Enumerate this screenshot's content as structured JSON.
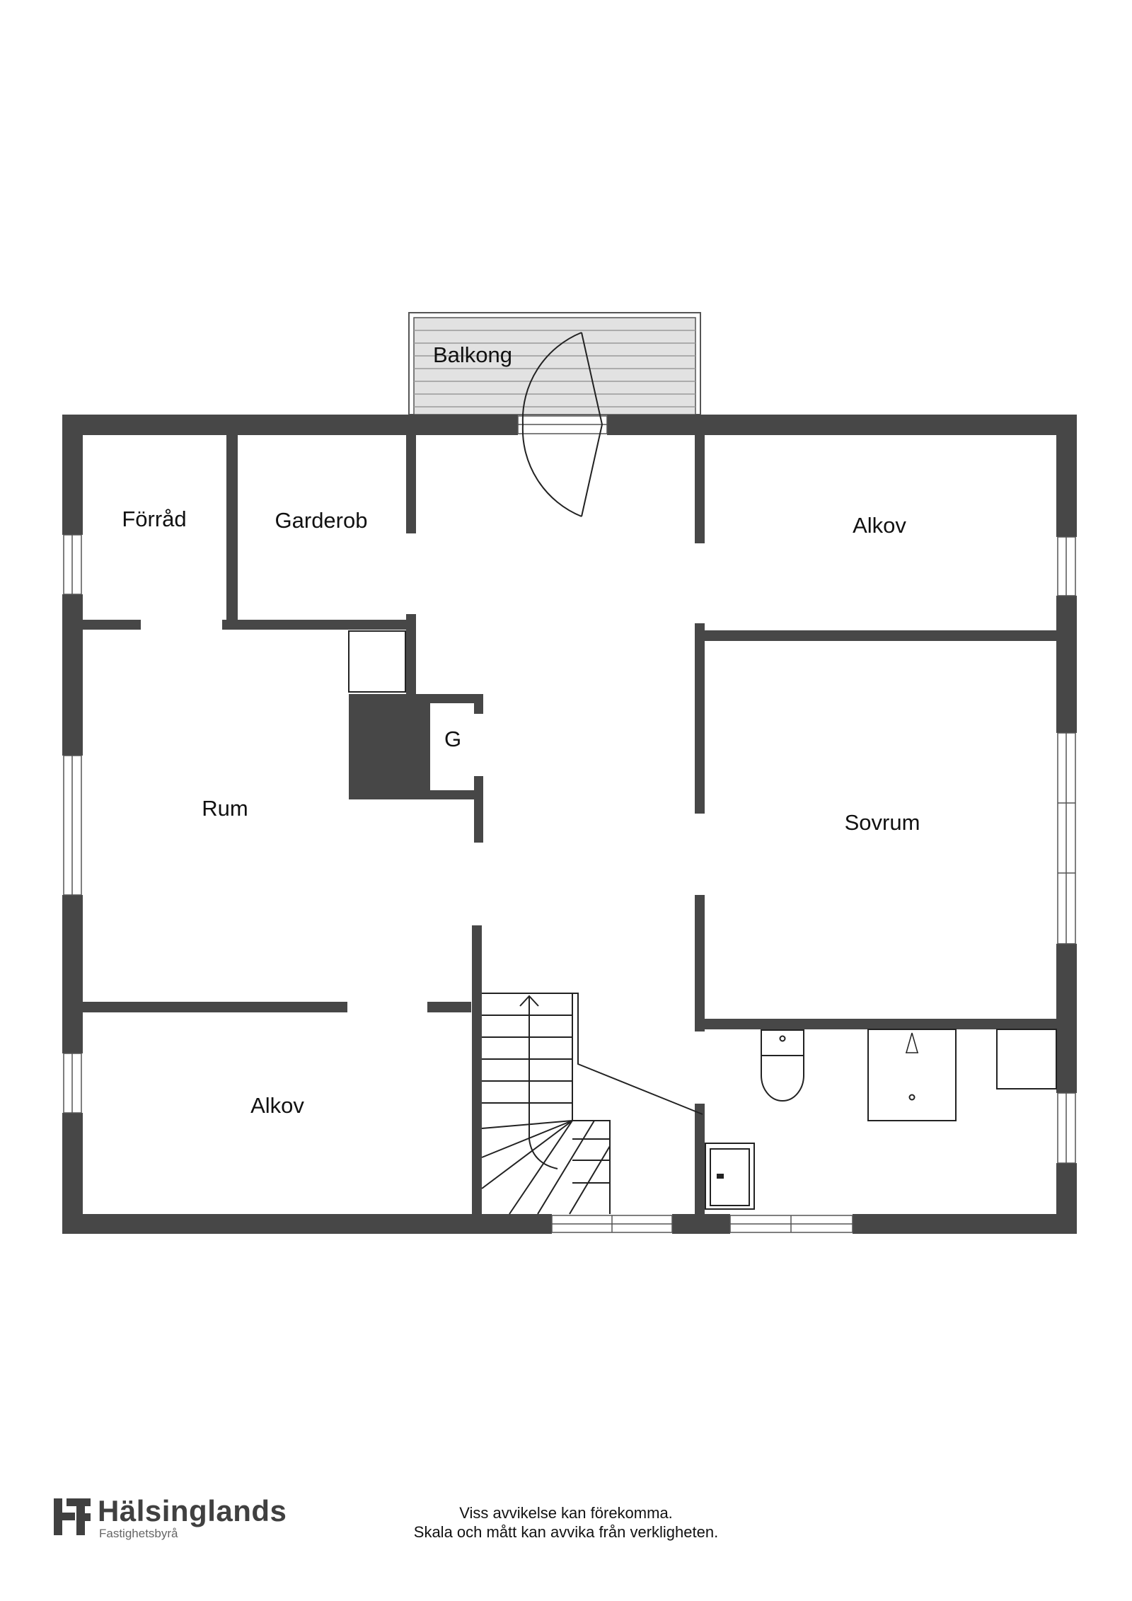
{
  "rooms": {
    "balkong": "Balkong",
    "forrad": "Förråd",
    "garderob": "Garderob",
    "alkov_top": "Alkov",
    "g": "G",
    "rum": "Rum",
    "sovrum": "Sovrum",
    "alkov_bottom": "Alkov"
  },
  "brand": {
    "name": "Hälsinglands",
    "subtitle": "Fastighetsbyrå"
  },
  "disclaimer": {
    "line1": "Viss avvikelse kan förekomma.",
    "line2": "Skala och mått kan avvika från verkligheten."
  },
  "colors": {
    "wall": "#474747",
    "balcony": "#e2e2e2",
    "text": "#111111"
  }
}
